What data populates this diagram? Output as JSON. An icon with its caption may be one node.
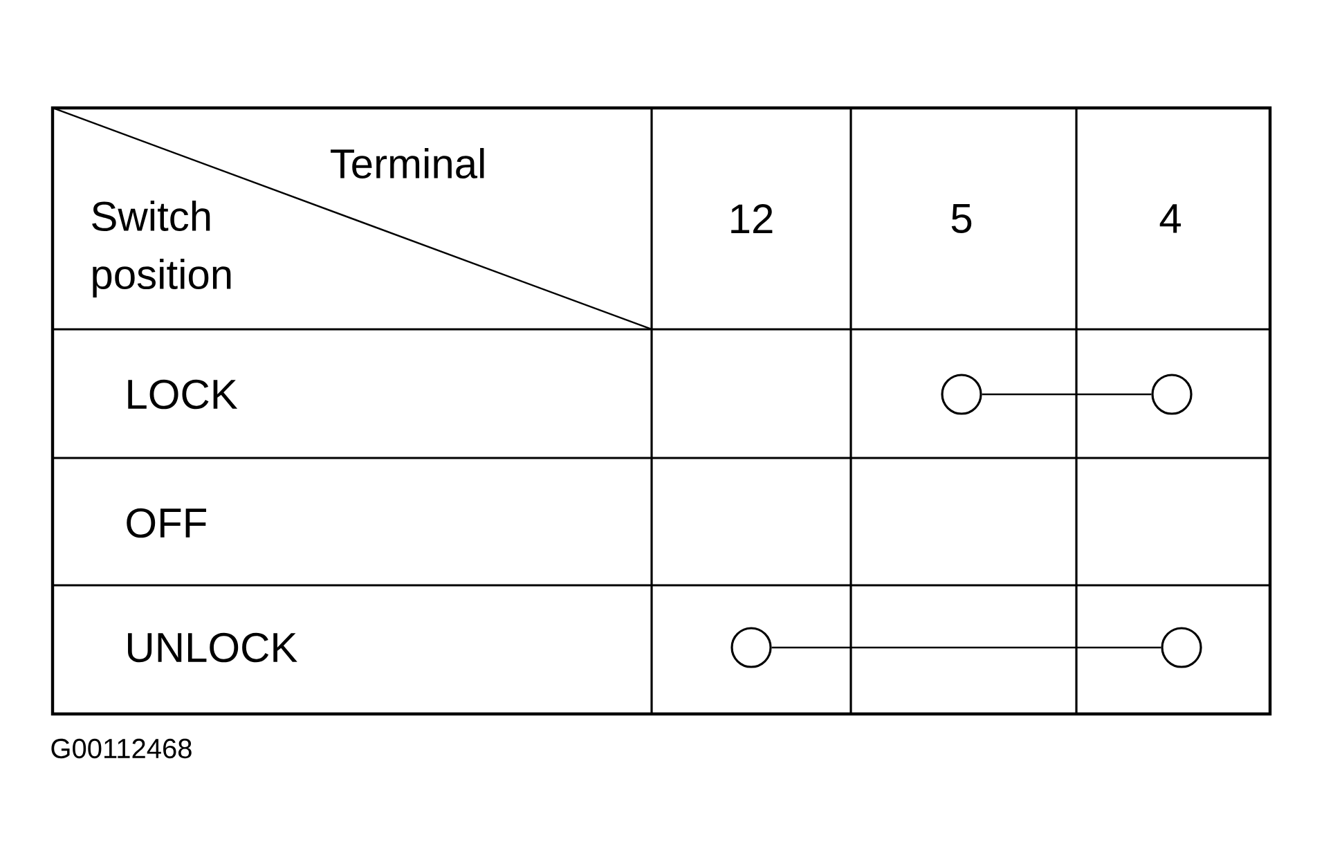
{
  "diagram": {
    "nodes": [
      {
        "text": [],
        "shape": "circle"
      },
      {
        "text": [],
        "shape": "circle"
      },
      {
        "text": [],
        "shape": "circle"
      },
      {
        "text": [],
        "shape": "circle"
      }
    ],
    "edges": [
      {
        "from": 0,
        "to": 1,
        "arrow": "none"
      },
      {
        "from": 2,
        "to": 3,
        "arrow": "none"
      }
    ],
    "labels": [
      "Terminal",
      "Switch position",
      "12",
      "5",
      "4",
      "LOCK",
      "OFF",
      "UNLOCK",
      "G00112468"
    ]
  }
}
